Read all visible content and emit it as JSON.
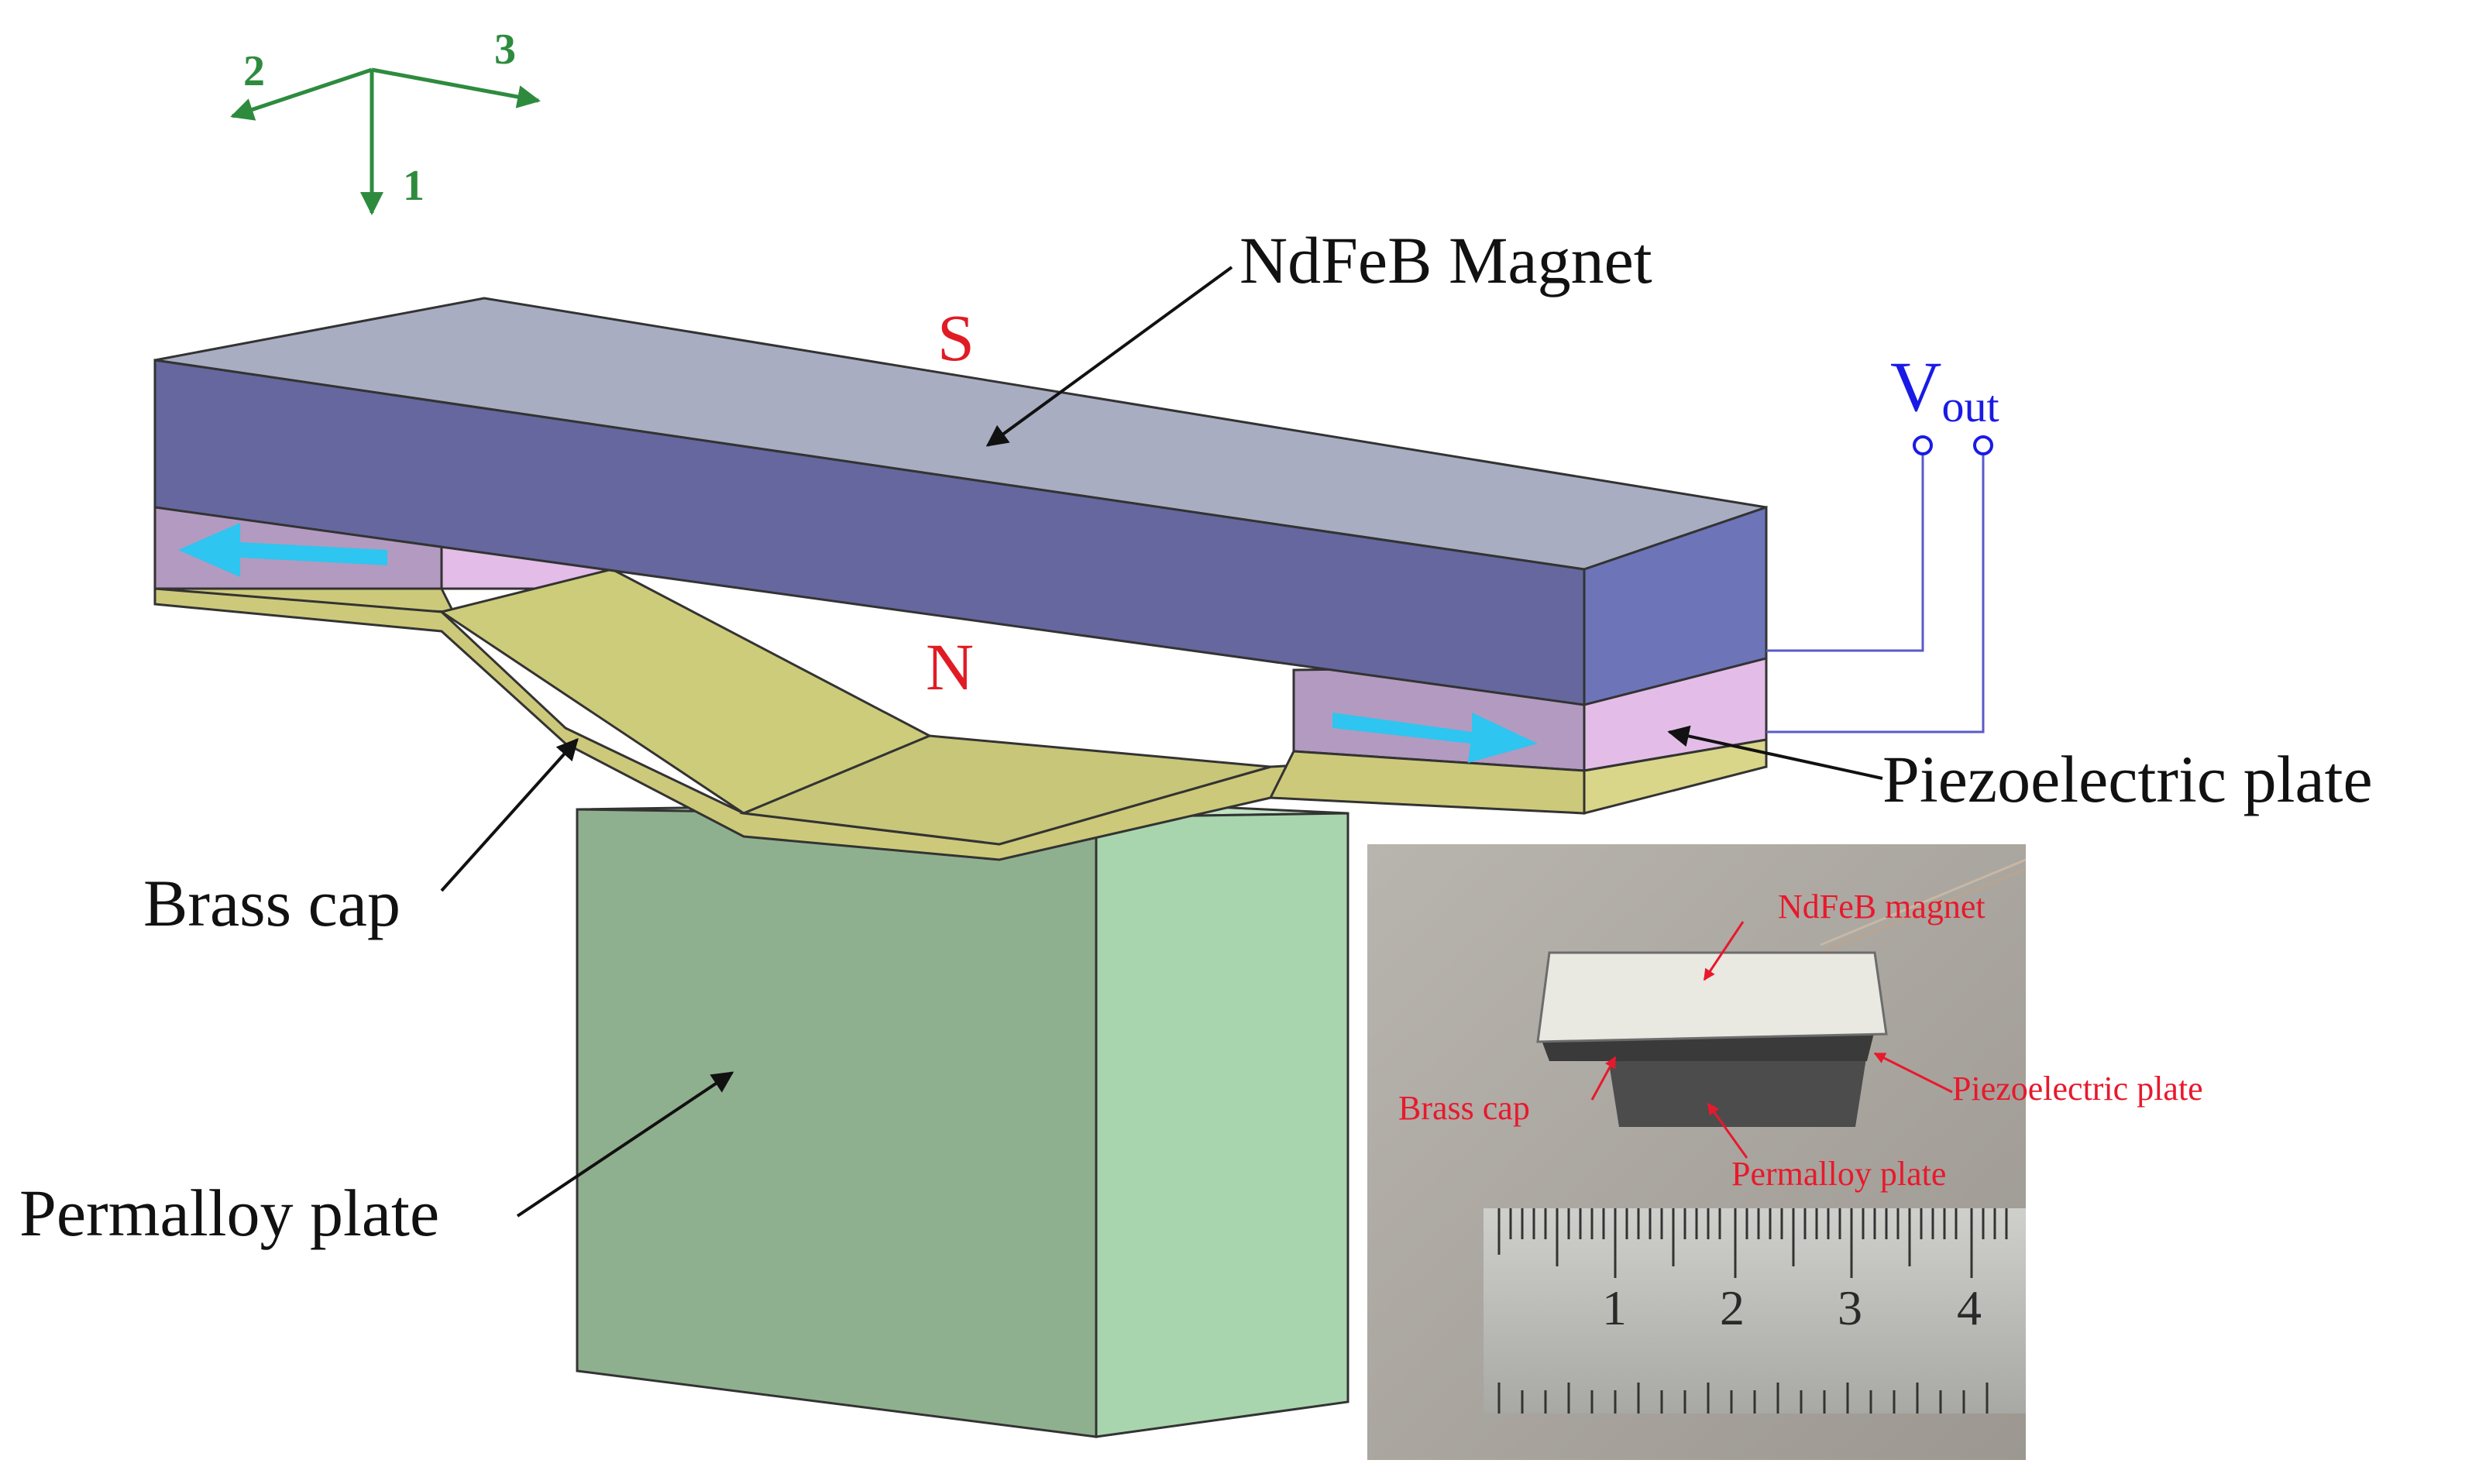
{
  "axes": {
    "label_1": "1",
    "label_2": "2",
    "label_3": "3"
  },
  "poles": {
    "south": "S",
    "north": "N"
  },
  "output": {
    "V": "V",
    "subscript": "out"
  },
  "callouts": {
    "magnet": "NdFeB Magnet",
    "piezo": "Piezoelectric plate",
    "brass": "Brass cap",
    "permalloy": "Permalloy plate"
  },
  "photo": {
    "magnet": "NdFeB magnet",
    "brass": "Brass cap",
    "piezo": "Piezoelectric plate",
    "permalloy": "Permalloy plate",
    "ruler_numbers": [
      "1",
      "2",
      "3",
      "4"
    ]
  },
  "colors": {
    "magnet_top": "#a9adc2",
    "magnet_front": "#65679e",
    "magnet_side": "#6d74b8",
    "piezo": "#c9a3d0",
    "brass": "#cdc97a",
    "permalloy_front": "#8fb08e",
    "permalloy_side": "#a8d5ae",
    "axis": "#2e8b3e",
    "pole": "#e01b24",
    "arrow": "#2ec5f0",
    "vout": "#1a1ae6",
    "photo_label": "#e8192c"
  },
  "icons": [
    "coordinate-axes-icon",
    "polarization-arrow-icon",
    "terminal-icon",
    "leader-arrow-icon"
  ]
}
